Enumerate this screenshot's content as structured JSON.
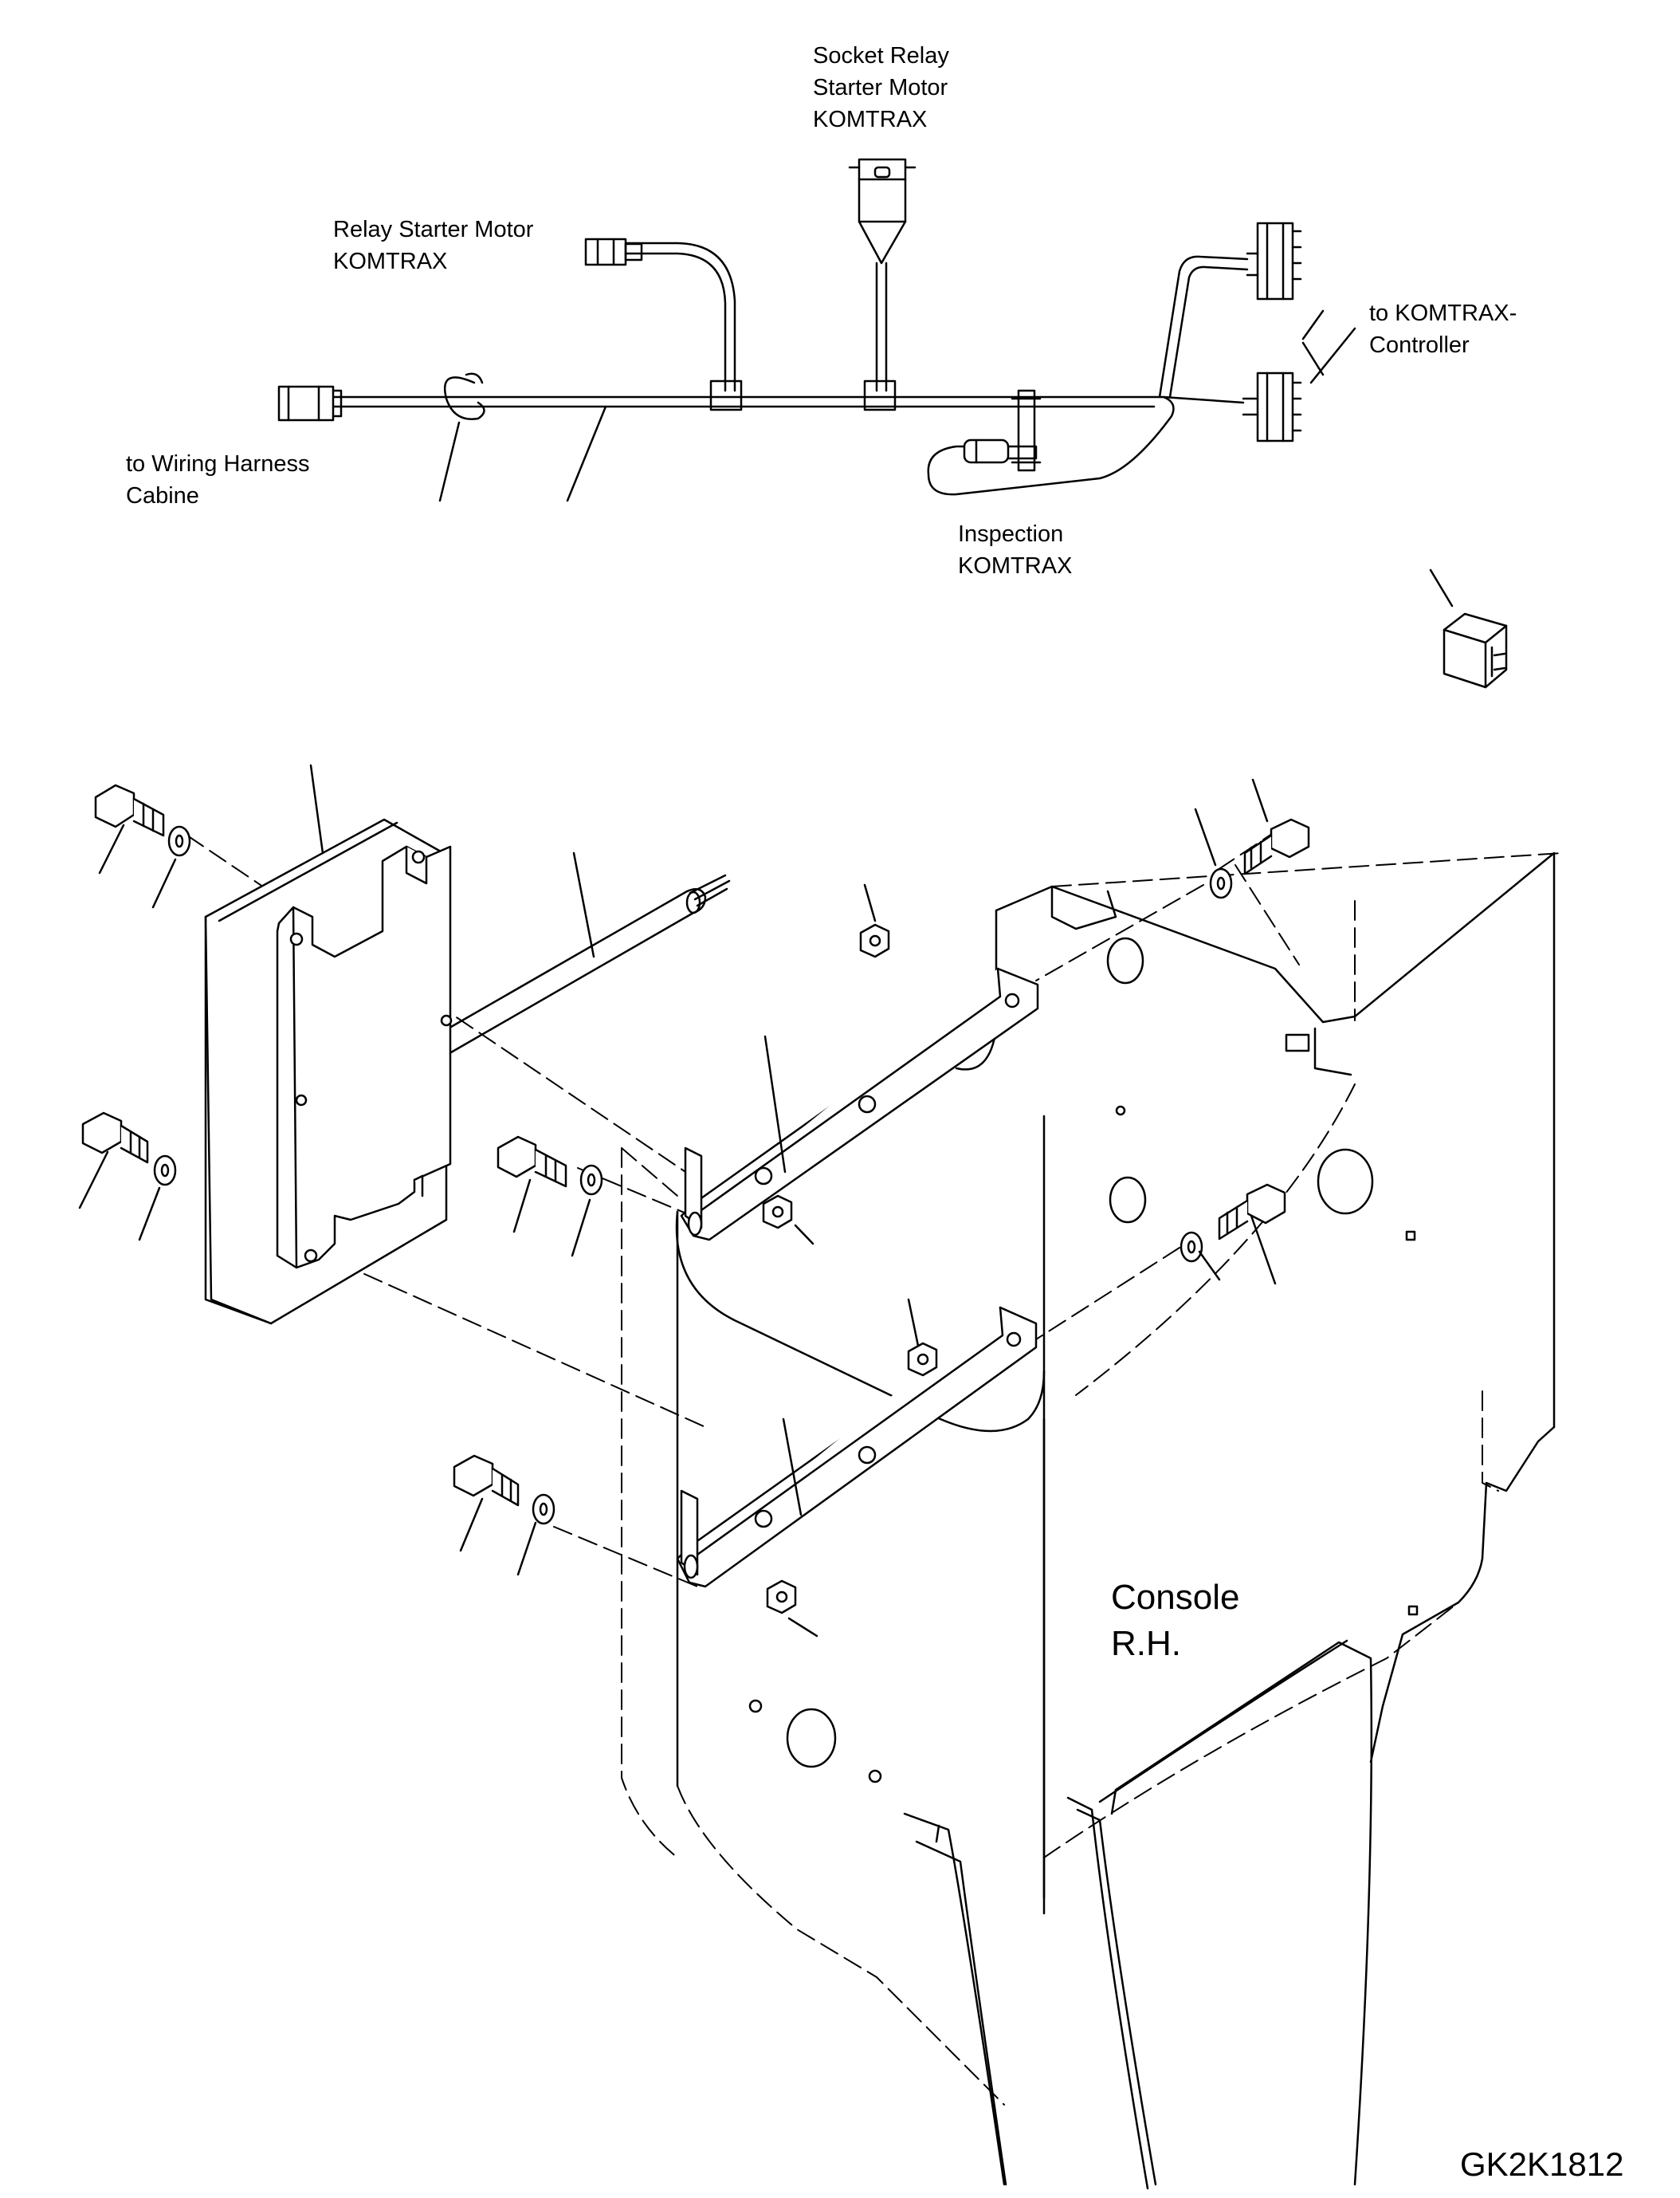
{
  "labels": {
    "socket_relay": [
      "Socket Relay",
      "Starter Motor",
      "KOMTRAX"
    ],
    "relay_starter": [
      "Relay Starter Motor",
      "KOMTRAX"
    ],
    "to_controller": [
      "to KOMTRAX-",
      "Controller"
    ],
    "to_harness": [
      "to Wiring Harness",
      "Cabine"
    ],
    "inspection": [
      "Inspection",
      "KOMTRAX"
    ],
    "console": [
      "Console",
      "R.H."
    ]
  },
  "drawing_code": "GK2K1812"
}
